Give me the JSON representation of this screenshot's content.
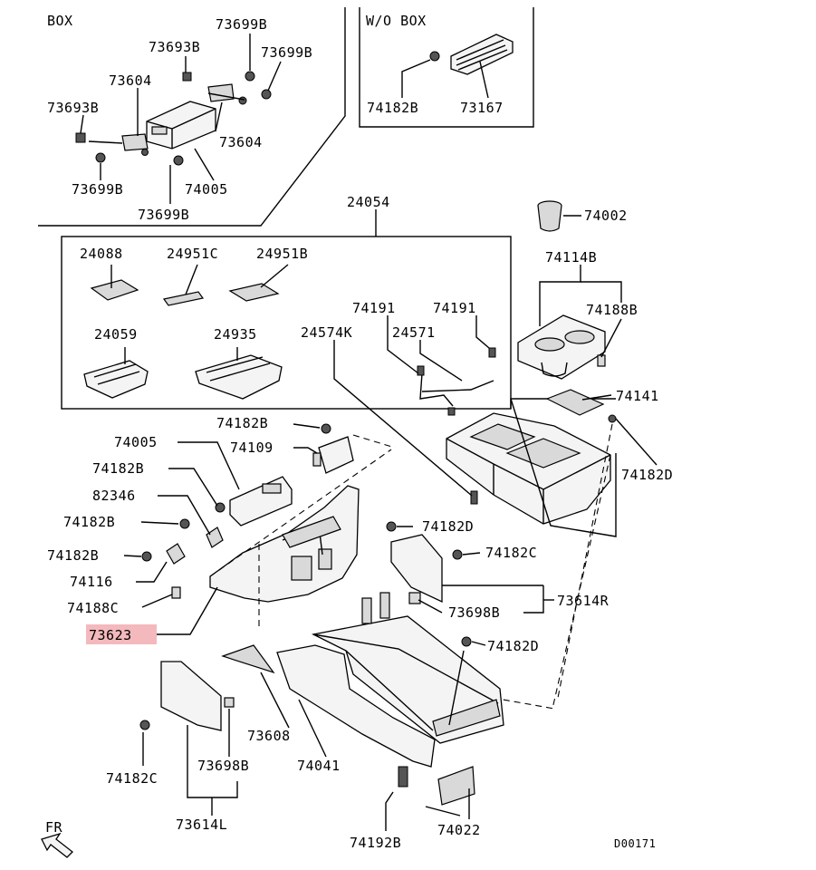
{
  "diagram": {
    "groups": {
      "box": "BOX",
      "wo_box": "W/O BOX",
      "fr": "FR",
      "code": "D00171"
    },
    "highlight_color": "#f4b9bd",
    "labels": [
      {
        "id": "l01",
        "text": "73699B"
      },
      {
        "id": "l02",
        "text": "73693B"
      },
      {
        "id": "l03",
        "text": "73699B"
      },
      {
        "id": "l04",
        "text": "73604"
      },
      {
        "id": "l05",
        "text": "73693B"
      },
      {
        "id": "l06",
        "text": "73604"
      },
      {
        "id": "l07",
        "text": "73699B"
      },
      {
        "id": "l08",
        "text": "74005"
      },
      {
        "id": "l09",
        "text": "73699B"
      },
      {
        "id": "l10",
        "text": "74182B"
      },
      {
        "id": "l11",
        "text": "73167"
      },
      {
        "id": "l12",
        "text": "24054"
      },
      {
        "id": "l13",
        "text": "74002"
      },
      {
        "id": "l14",
        "text": "24088"
      },
      {
        "id": "l15",
        "text": "24951C"
      },
      {
        "id": "l16",
        "text": "24951B"
      },
      {
        "id": "l17",
        "text": "74114B"
      },
      {
        "id": "l18",
        "text": "74188B"
      },
      {
        "id": "l19",
        "text": "74191"
      },
      {
        "id": "l20",
        "text": "74191"
      },
      {
        "id": "l21",
        "text": "24059"
      },
      {
        "id": "l22",
        "text": "24935"
      },
      {
        "id": "l23",
        "text": "24574K"
      },
      {
        "id": "l24",
        "text": "24571"
      },
      {
        "id": "l25",
        "text": "74141"
      },
      {
        "id": "l26",
        "text": "74182B"
      },
      {
        "id": "l27",
        "text": "74005"
      },
      {
        "id": "l28",
        "text": "74109"
      },
      {
        "id": "l29",
        "text": "74182D"
      },
      {
        "id": "l30",
        "text": "74182B"
      },
      {
        "id": "l31",
        "text": "82346"
      },
      {
        "id": "l32",
        "text": "74182B"
      },
      {
        "id": "l33",
        "text": "74182D"
      },
      {
        "id": "l34",
        "text": "74182B"
      },
      {
        "id": "l35",
        "text": "74182C"
      },
      {
        "id": "l36",
        "text": "74116"
      },
      {
        "id": "l37",
        "text": "73614R"
      },
      {
        "id": "l38",
        "text": "74188C"
      },
      {
        "id": "l39",
        "text": "73698B"
      },
      {
        "id": "l40",
        "text": "73623",
        "highlight": true
      },
      {
        "id": "l41",
        "text": "74182D"
      },
      {
        "id": "l42",
        "text": "73608"
      },
      {
        "id": "l43",
        "text": "74182C"
      },
      {
        "id": "l44",
        "text": "73698B"
      },
      {
        "id": "l45",
        "text": "74041"
      },
      {
        "id": "l46",
        "text": "73614L"
      },
      {
        "id": "l47",
        "text": "74192B"
      },
      {
        "id": "l48",
        "text": "74022"
      }
    ]
  }
}
